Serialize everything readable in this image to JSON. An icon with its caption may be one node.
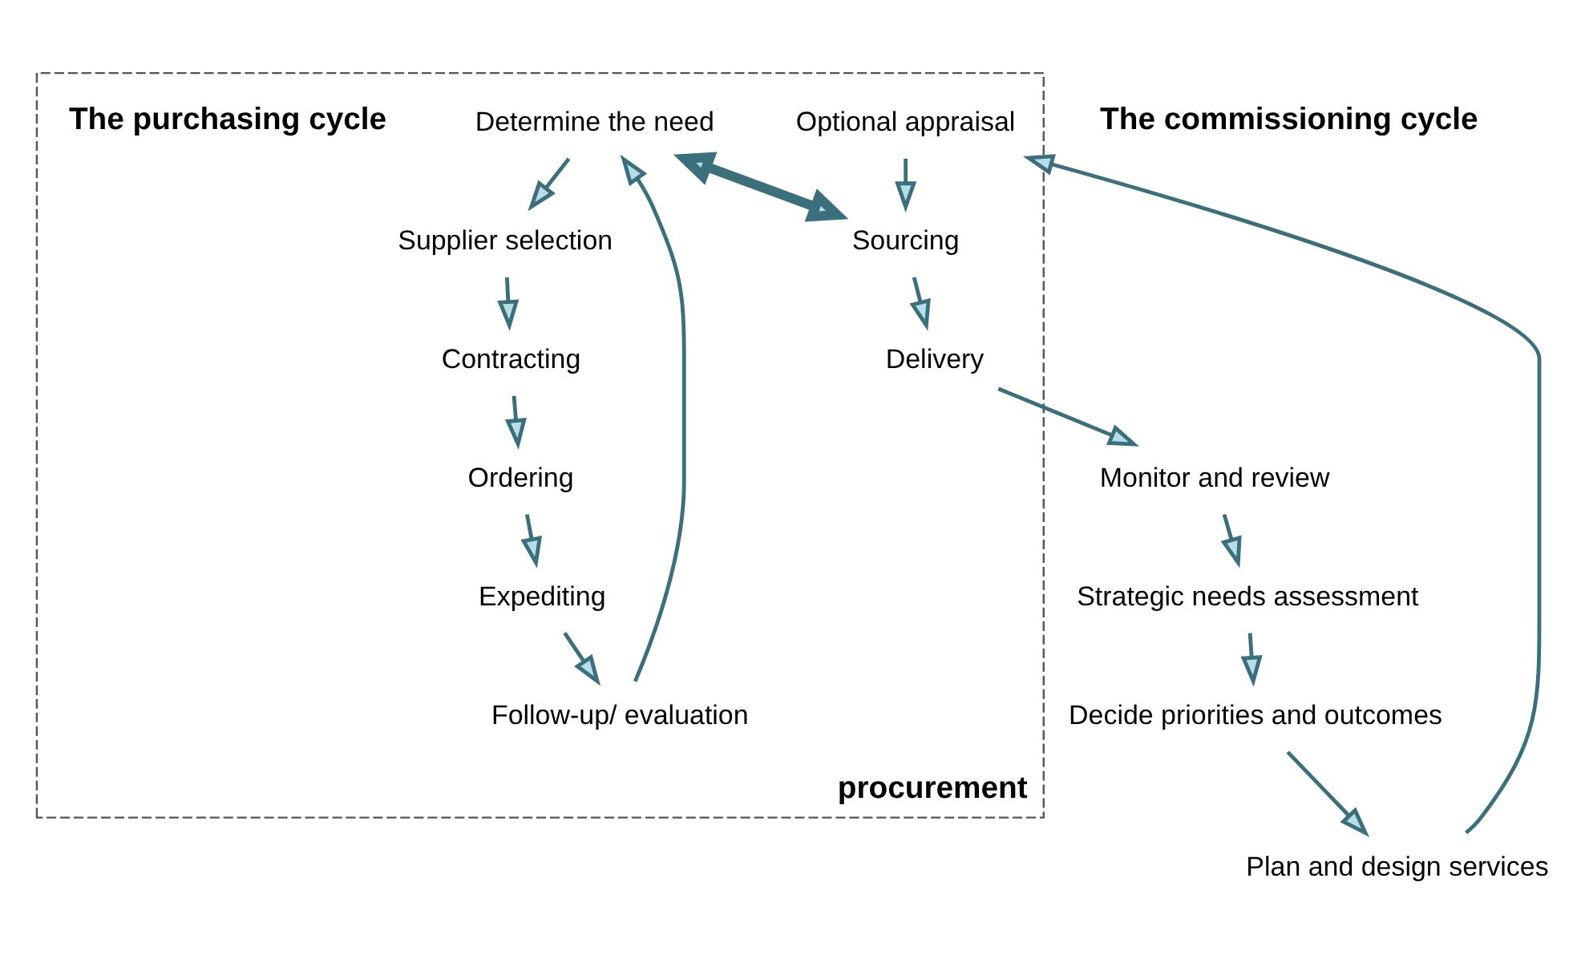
{
  "diagram": {
    "nodes": [
      {
        "text": [
          "procurement"
        ]
      },
      {
        "text": [
          "Strategic needs assessment"
        ]
      },
      {
        "text": [
          "Decide priorities and outcomes"
        ]
      },
      {
        "text": [
          "Plan and design services"
        ]
      },
      {
        "text": [
          "Optional appraisal"
        ],
        "in": 0
      },
      {
        "text": [
          "Sourcing"
        ],
        "in": 0
      },
      {
        "text": [
          "Delivery"
        ],
        "in": 0
      },
      {
        "text": [
          "Monitor and review"
        ]
      },
      {
        "text": [
          "Determine the need"
        ],
        "in": 0
      },
      {
        "text": [
          "Supplier selection"
        ],
        "in": 0
      },
      {
        "text": [
          "Contracting"
        ],
        "in": 0
      },
      {
        "text": [
          "Ordering"
        ],
        "in": 0
      },
      {
        "text": [
          "Expediting"
        ],
        "in": 0
      },
      {
        "text": [
          "Follow-up/ evaluation"
        ],
        "in": 0
      }
    ],
    "edges": [
      {
        "from": 1,
        "to": 2,
        "arrow": "to"
      },
      {
        "from": 2,
        "to": 3,
        "arrow": "to"
      },
      {
        "from": 3,
        "to": 4,
        "arrow": "to"
      },
      {
        "from": 4,
        "to": 5,
        "arrow": "to"
      },
      {
        "from": 5,
        "to": 6,
        "arrow": "to"
      },
      {
        "from": 6,
        "to": 7,
        "arrow": "to"
      },
      {
        "from": 7,
        "to": 1,
        "arrow": "to"
      },
      {
        "from": 8,
        "to": 5,
        "arrow": "both",
        "style": "thick"
      },
      {
        "from": 8,
        "to": 9,
        "arrow": "to"
      },
      {
        "from": 9,
        "to": 10,
        "arrow": "to"
      },
      {
        "from": 10,
        "to": 11,
        "arrow": "to"
      },
      {
        "from": 11,
        "to": 12,
        "arrow": "to"
      },
      {
        "from": 12,
        "to": 13,
        "arrow": "to"
      },
      {
        "from": 13,
        "to": 8,
        "arrow": "to"
      }
    ],
    "labels": [
      "The commissioning cycle",
      "The purchasing cycle"
    ]
  }
}
